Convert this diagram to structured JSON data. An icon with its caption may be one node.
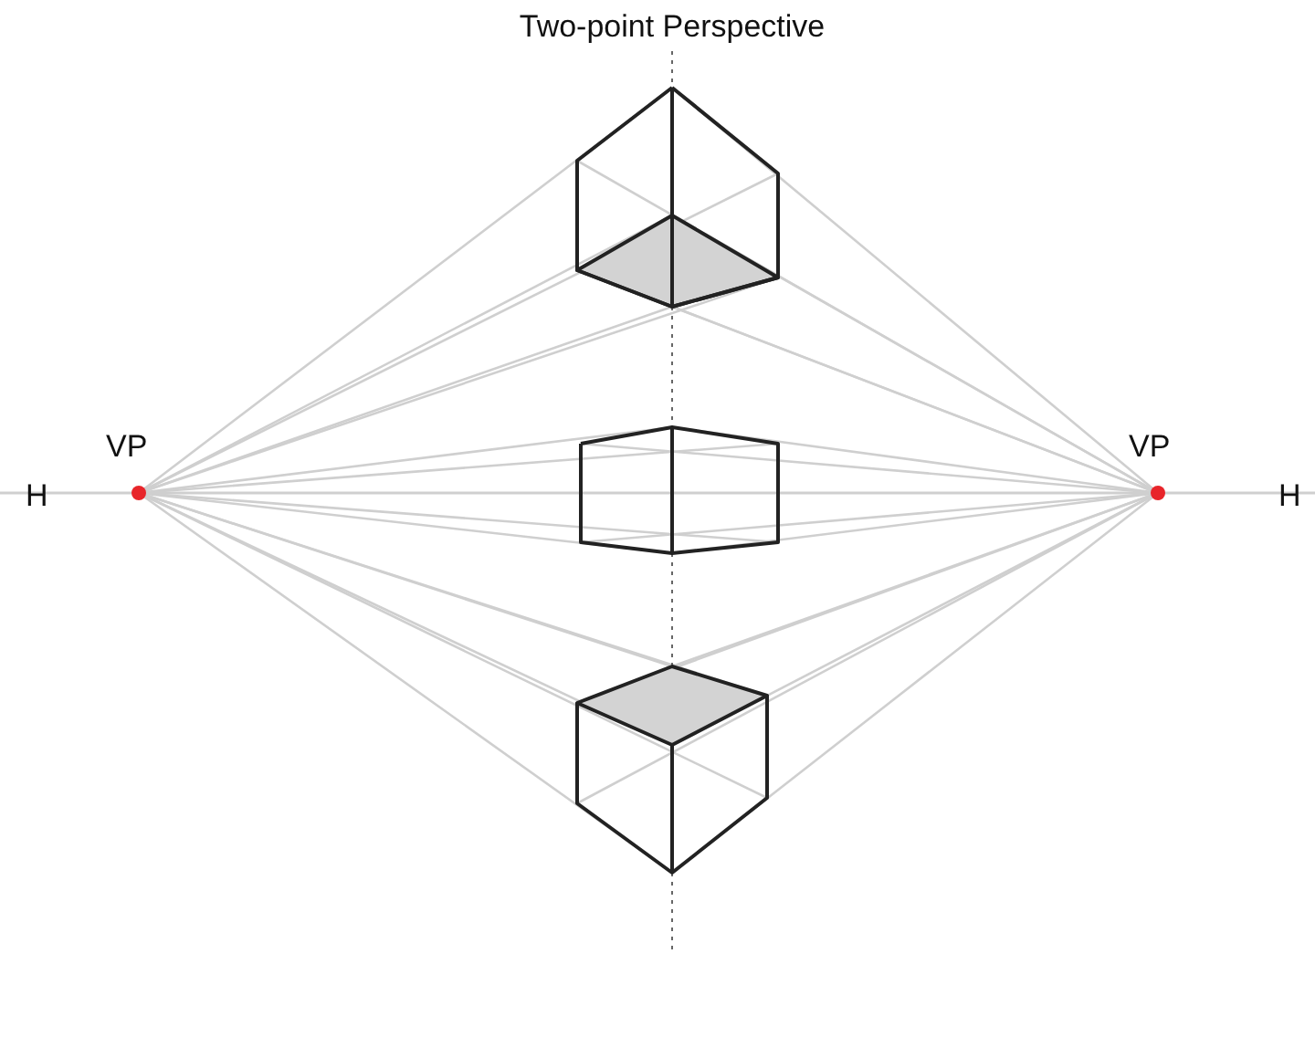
{
  "diagram": {
    "title": "Two-point Perspective",
    "labels": [
      "VP",
      "VP",
      "H",
      "H"
    ]
  }
}
